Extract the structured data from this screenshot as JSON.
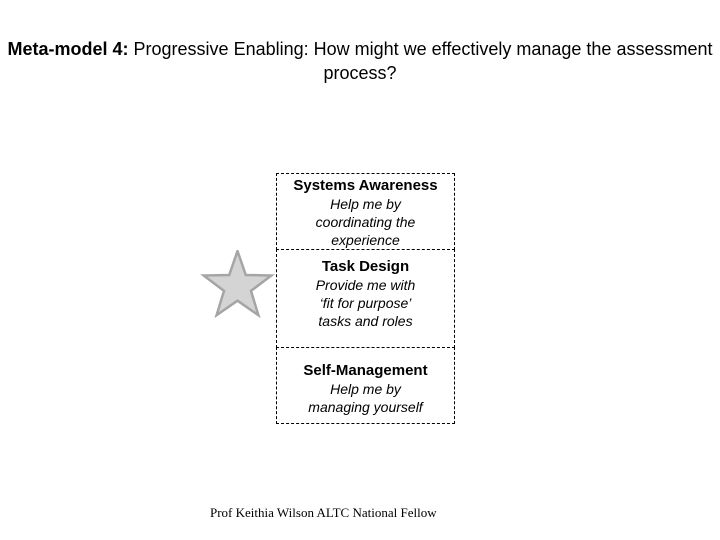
{
  "slide": {
    "title": {
      "bold": "Meta-model 4:",
      "rest": " Progressive Enabling: How might we effectively manage the assessment process?"
    },
    "footer": "Prof Keithia Wilson ALTC National Fellow"
  },
  "star": {
    "fill": "#d4d4d4",
    "stroke": "#a5a5a5"
  },
  "boxes": [
    {
      "title": "Systems Awareness",
      "lines": [
        "Help me by",
        "coordinating the",
        "experience"
      ]
    },
    {
      "title": "Task Design",
      "lines": [
        "Provide me with",
        "‘fit for purpose’",
        "tasks and roles"
      ]
    },
    {
      "title": "Self-Management",
      "lines": [
        "Help me by",
        "managing yourself"
      ]
    }
  ]
}
